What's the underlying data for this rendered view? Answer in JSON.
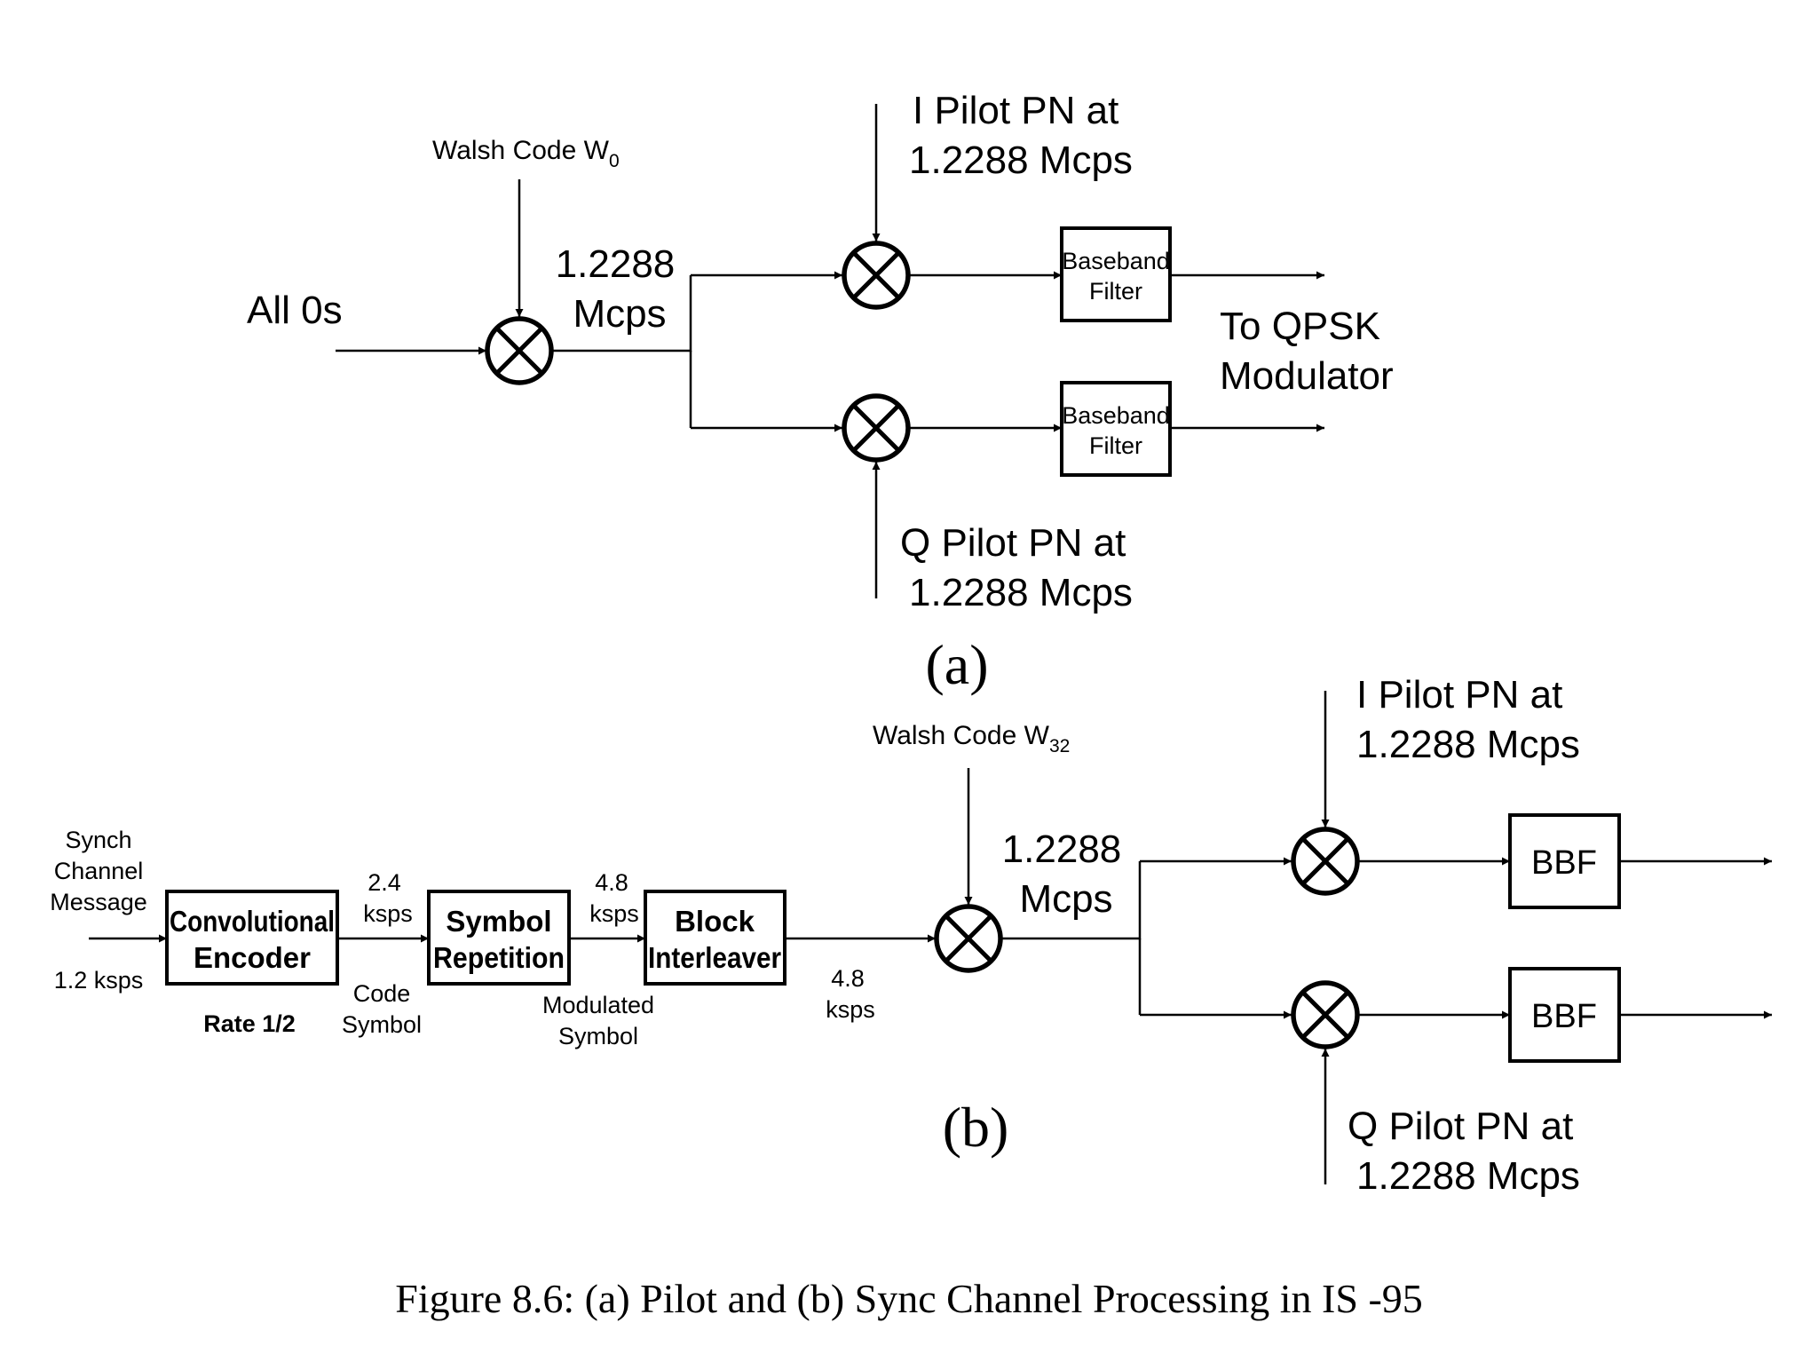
{
  "panel_a": {
    "input_label": "All 0s",
    "walsh_label_main": "Walsh Code W",
    "walsh_label_sub": "0",
    "rate_line1": "1.2288",
    "rate_line2": "Mcps",
    "i_pilot_line1": "I Pilot PN at",
    "i_pilot_line2": "1.2288 Mcps",
    "q_pilot_line1": "Q Pilot PN at",
    "q_pilot_line2": "1.2288 Mcps",
    "filter_top_line1": "Baseband",
    "filter_top_line2": "Filter",
    "filter_bottom_line1": "Baseband",
    "filter_bottom_line2": "Filter",
    "output_line1": "To QPSK",
    "output_line2": "Modulator",
    "panel_label": "(a)"
  },
  "panel_b": {
    "input_line1": "Synch",
    "input_line2": "Channel",
    "input_line3": "Message",
    "input_rate": "1.2 ksps",
    "encoder_line1": "Convolutional",
    "encoder_line2": "Encoder",
    "encoder_rate": "Rate 1/2",
    "rate1_line1": "2.4",
    "rate1_line2": "ksps",
    "code_symbol_line1": "Code",
    "code_symbol_line2": "Symbol",
    "repetition_line1": "Symbol",
    "repetition_line2": "Repetition",
    "rate2_line1": "4.8",
    "rate2_line2": "ksps",
    "modulated_line1": "Modulated",
    "modulated_line2": "Symbol",
    "interleaver_line1": "Block",
    "interleaver_line2": "Interleaver",
    "rate3_line1": "4.8",
    "rate3_line2": "ksps",
    "walsh_label_main": "Walsh Code W",
    "walsh_label_sub": "32",
    "chip_rate_line1": "1.2288",
    "chip_rate_line2": "Mcps",
    "i_pilot_line1": "I Pilot PN at",
    "i_pilot_line2": "1.2288 Mcps",
    "q_pilot_line1": "Q Pilot PN at",
    "q_pilot_line2": "1.2288 Mcps",
    "bbf_top": "BBF",
    "bbf_bottom": "BBF",
    "panel_label": "(b)"
  },
  "caption": "Figure 8.6: (a) Pilot and (b) Sync Channel Processing in IS -95"
}
